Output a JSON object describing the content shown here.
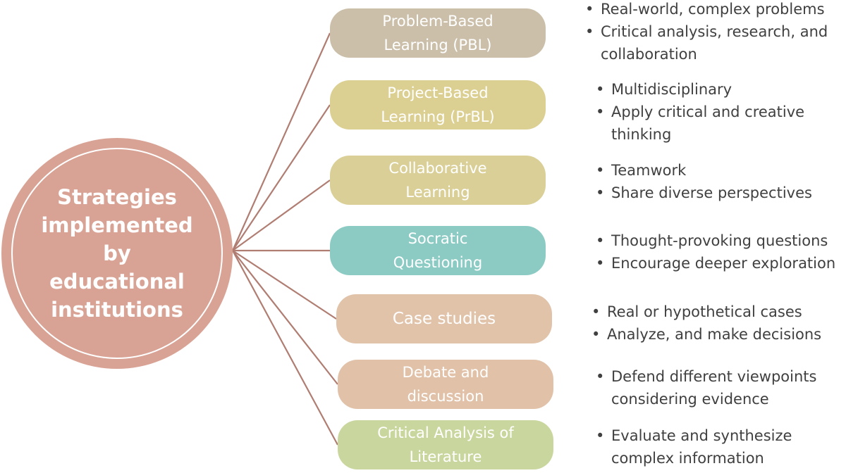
{
  "center": {
    "title": "Strategies\nimplemented\nby\neducational\ninstitutions",
    "color": "#d8a395"
  },
  "connector_color": "#b07d72",
  "strategies": [
    {
      "label": "Problem-Based\nLearning (PBL)",
      "color": "#cbbfaa",
      "bullets": [
        "Real-world, complex problems",
        "Critical analysis, research, and collaboration"
      ]
    },
    {
      "label": "Project-Based\nLearning (PrBL)",
      "color": "#dccf92",
      "bullets": [
        "Multidisciplinary",
        "Apply critical and creative thinking"
      ]
    },
    {
      "label": "Collaborative\nLearning",
      "color": "#d9cf97",
      "bullets": [
        "Teamwork",
        "Share diverse perspectives"
      ]
    },
    {
      "label": "Socratic\nQuestioning",
      "color": "#8ccbc4",
      "bullets": [
        "Thought-provoking questions",
        "Encourage deeper exploration"
      ]
    },
    {
      "label": "Case studies",
      "color": "#e1c3aa",
      "bullets": [
        "Real or hypothetical cases",
        "Analyze, and make decisions"
      ]
    },
    {
      "label": "Debate and\ndiscussion",
      "color": "#e1c2a9",
      "bullets": [
        "Defend different viewpoints considering evidence"
      ]
    },
    {
      "label": "Critical Analysis of\nLiterature",
      "color": "#c9d79e",
      "bullets": [
        "Evaluate and synthesize complex information"
      ]
    }
  ]
}
